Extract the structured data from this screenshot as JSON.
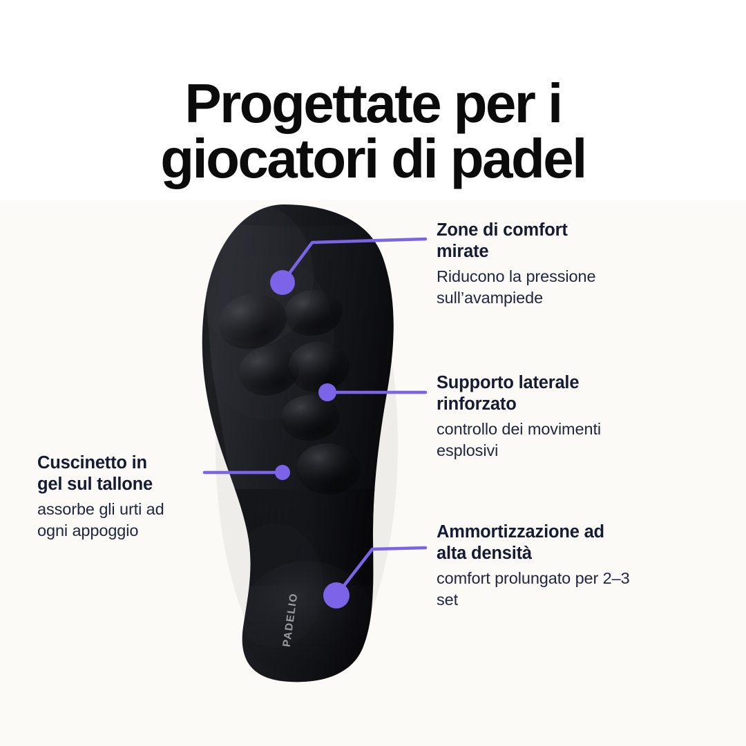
{
  "page": {
    "hero_title": "Progettate per i\ngiocatori di padel",
    "background_top": "#ffffff",
    "background_bottom": "#fbfaf7",
    "accent_color": "#7b64e8",
    "heading_color": "#161b33",
    "body_color": "#20263f"
  },
  "product": {
    "name": "insole",
    "brand_mark": "PADELIO",
    "color": "#111111"
  },
  "callouts": [
    {
      "id": "comfort-zones",
      "title": "Zone di comfort\nmirate",
      "description": "Riducono la pressione\nsull’avampiede",
      "side": "right"
    },
    {
      "id": "lateral-support",
      "title": "Supporto laterale\nrinforzato",
      "description": "controllo dei movimenti\nesplosivi",
      "side": "right"
    },
    {
      "id": "cushioning",
      "title": "Ammortizzazione ad\nalta densità",
      "description": "comfort prolungato per 2–3\nset",
      "side": "right"
    },
    {
      "id": "gel-heel",
      "title": "Cuscinetto in\ngel sul tallone",
      "description": "assorbe gli urti ad\nogni appoggio",
      "side": "left"
    }
  ]
}
